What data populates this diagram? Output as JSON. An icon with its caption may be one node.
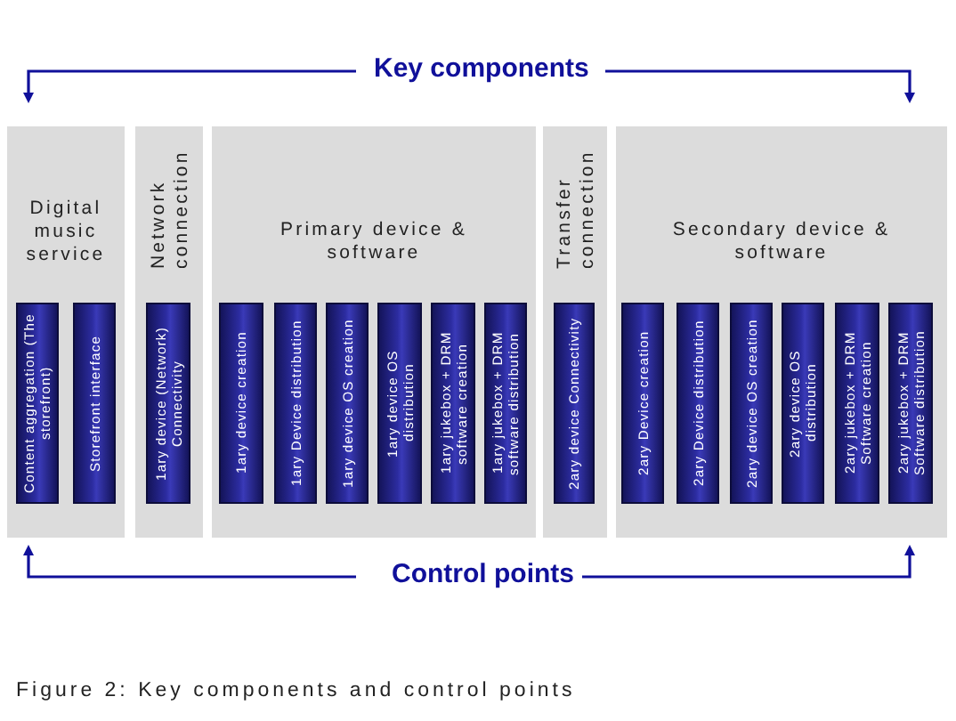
{
  "diagram": {
    "caption": "Figure 2: Key components and control points",
    "nodes": [
      {
        "text": [
          "Digital music service"
        ]
      },
      {
        "text": [
          "Content aggregation (The storefront)"
        ],
        "in": 0
      },
      {
        "text": [
          "Storefront interface"
        ],
        "in": 0
      },
      {
        "text": [
          "Network connection"
        ]
      },
      {
        "text": [
          "1ary device (Network) Connectivity"
        ],
        "in": 3
      },
      {
        "text": [
          "Primary device & software"
        ]
      },
      {
        "text": [
          "1ary device creation"
        ],
        "in": 5
      },
      {
        "text": [
          "1ary Device distribution"
        ],
        "in": 5
      },
      {
        "text": [
          "1ary device OS creation"
        ],
        "in": 5
      },
      {
        "text": [
          "1ary device OS distribution"
        ],
        "in": 5
      },
      {
        "text": [
          "1ary jukebox + DRM software creation"
        ],
        "in": 5
      },
      {
        "text": [
          "1ary jukebox + DRM software distribution"
        ],
        "in": 5
      },
      {
        "text": [
          "Transfer connection"
        ]
      },
      {
        "text": [
          "2ary device Connectivity"
        ],
        "in": 12
      },
      {
        "text": [
          "Secondary device & software"
        ]
      },
      {
        "text": [
          "2ary Device creation"
        ],
        "in": 14
      },
      {
        "text": [
          "2ary Device distribution"
        ],
        "in": 14
      },
      {
        "text": [
          "2ary device OS creation"
        ],
        "in": 14
      },
      {
        "text": [
          "2ary device OS distribution"
        ],
        "in": 14
      },
      {
        "text": [
          "2ary jukebox + DRM Software creation"
        ],
        "in": 14
      },
      {
        "text": [
          "2ary jukebox + DRM Software distribution"
        ],
        "in": 14
      }
    ],
    "labels": [
      "Key components",
      "Control points"
    ]
  }
}
